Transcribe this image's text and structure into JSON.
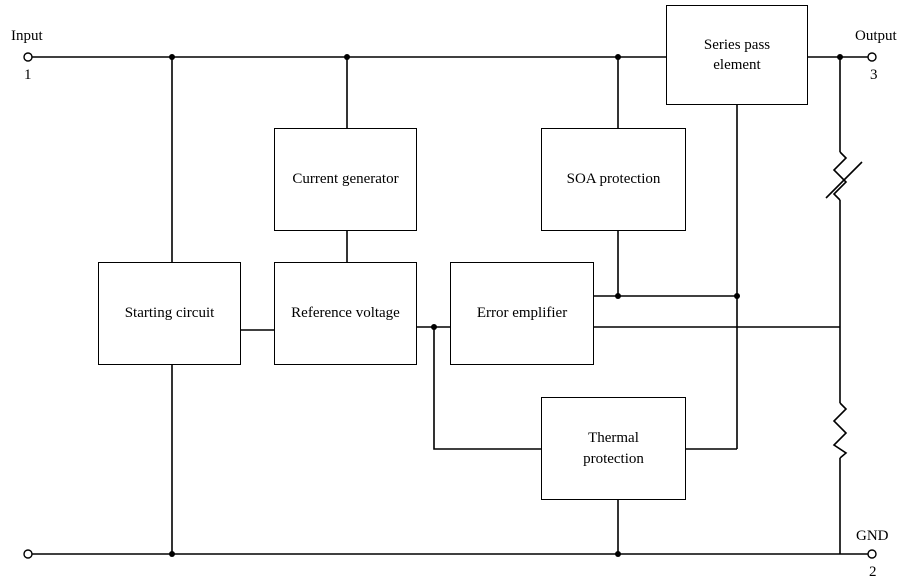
{
  "terminals": {
    "input": {
      "label": "Input",
      "pin": "1"
    },
    "output": {
      "label": "Output",
      "pin": "3"
    },
    "gnd": {
      "label": "GND",
      "pin": "2"
    }
  },
  "blocks": {
    "series_pass": {
      "line1": "Series pass",
      "line2": "element"
    },
    "current_generator": {
      "line1": "Current generator"
    },
    "soa_protection": {
      "line1": "SOA protection"
    },
    "starting_circuit": {
      "line1": "Starting circuit"
    },
    "reference_voltage": {
      "line1": "Reference voltage"
    },
    "error_amplifier": {
      "line1": "Error emplifier"
    },
    "thermal_protection": {
      "line1": "Thermal",
      "line2": "protection"
    }
  },
  "components": [
    "variable-resistor",
    "fixed-resistor"
  ],
  "colors": {
    "line": "#000000",
    "background": "#ffffff"
  }
}
